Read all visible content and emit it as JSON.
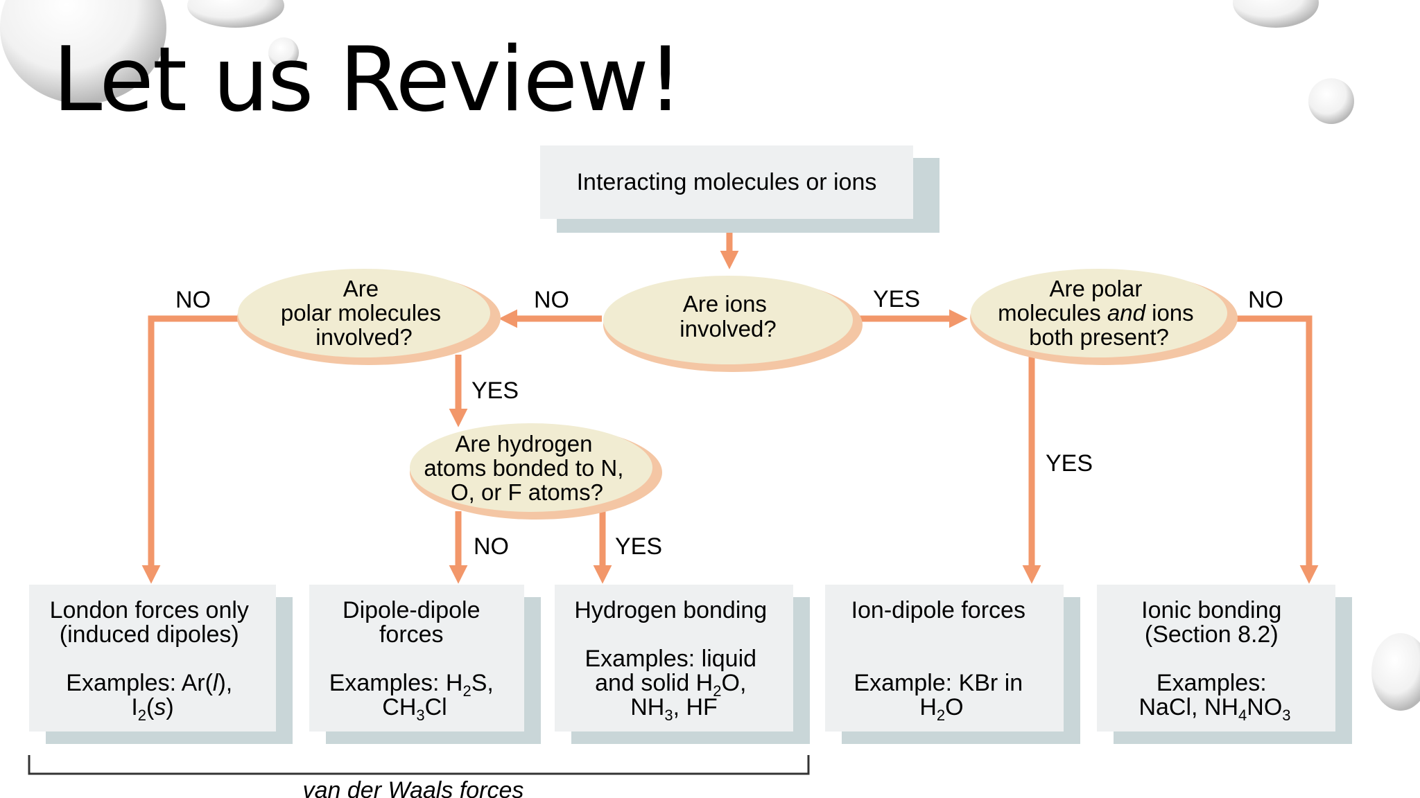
{
  "title": "Let us Review!",
  "diagram": {
    "start": "Interacting molecules or ions",
    "q_ions": [
      "Are ions",
      "involved?"
    ],
    "q_polar": [
      "Are",
      "polar molecules",
      "involved?"
    ],
    "q_polar_ions": {
      "line1": "Are polar",
      "line2_a": "molecules ",
      "line2_b": "and",
      "line2_c": " ions",
      "line3": "both present?"
    },
    "q_hydrogen": [
      "Are hydrogen",
      "atoms bonded to N,",
      "O, or F atoms?"
    ],
    "labels": {
      "no": "NO",
      "yes": "YES"
    },
    "results": {
      "london": {
        "l1": "London forces only",
        "l2": "(induced dipoles)",
        "ex_a": "Examples: Ar(",
        "ex_b": "l",
        "ex_c": "),",
        "ex2_a": "I",
        "ex2_b": "2",
        "ex2_c": "(",
        "ex2_d": "s",
        "ex2_e": ")"
      },
      "dipole": {
        "l1": "Dipole-dipole",
        "l2": "forces",
        "ex_a": "Examples: H",
        "ex_b": "2",
        "ex_c": "S,",
        "ex2_a": "CH",
        "ex2_b": "3",
        "ex2_c": "Cl"
      },
      "hbond": {
        "l1": "Hydrogen bonding",
        "ex1": "Examples: liquid",
        "ex2_a": "and solid H",
        "ex2_b": "2",
        "ex2_c": "O,",
        "ex3_a": "NH",
        "ex3_b": "3",
        "ex3_c": ", HF"
      },
      "iondipole": {
        "l1": "Ion-dipole forces",
        "ex1": "Example: KBr in",
        "ex2_a": "H",
        "ex2_b": "2",
        "ex2_c": "O"
      },
      "ionic": {
        "l1": "Ionic bonding",
        "l2": "(Section 8.2)",
        "ex1": "Examples:",
        "ex2_a": "NaCl, NH",
        "ex2_b": "4",
        "ex2_c": "NO",
        "ex2_d": "3"
      }
    },
    "vdw": "van der Waals forces",
    "colors": {
      "arrow": "#f2976a",
      "ellipse": "#f1ecd2",
      "box": "#eef0f1",
      "shadow": "#c9d6d8"
    }
  }
}
